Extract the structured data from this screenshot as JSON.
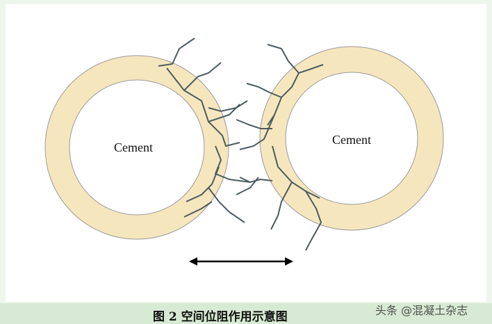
{
  "diagram": {
    "left_particle_label": "Cement",
    "right_particle_label": "Cement",
    "colors": {
      "ring": "#f6e6be",
      "chain": "#4b5b61",
      "arrow": "#000000"
    }
  },
  "caption": "图 2  空间位阻作用示意图",
  "watermark": "头条 @混凝土杂志"
}
